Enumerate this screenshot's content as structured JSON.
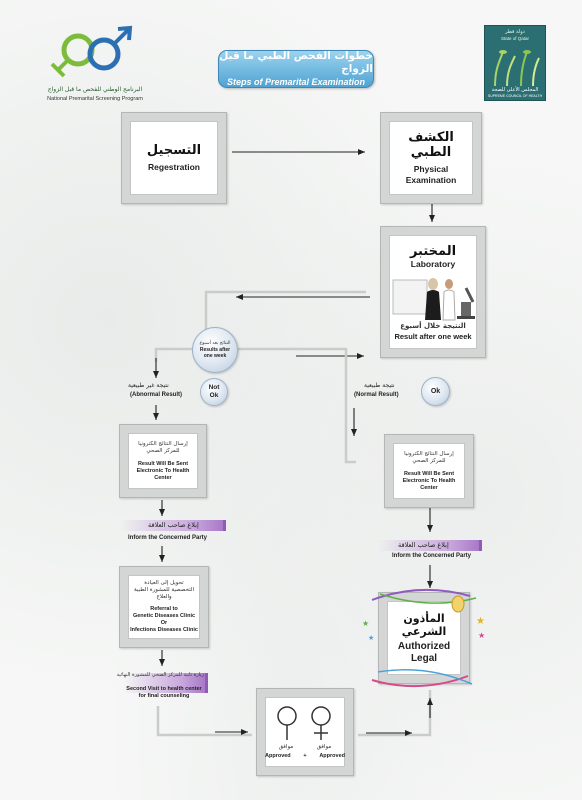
{
  "header": {
    "program_logo_ar": "البرنامج الوطني للفحص ما قبل الزواج",
    "program_logo_en": "National Premarital Screening Program",
    "title_ar": "خطوات الفحص الطبي ما قبل الزواج",
    "title_en": "Steps of Premarital Examination",
    "council_logo_ar_top": "دولة قطر",
    "council_logo_en_top": "State of Qatar",
    "council_logo_ar_bottom": "المجلس الأعلى للصحة",
    "council_logo_en_bottom": "SUPREME COUNCIL OF HEALTH"
  },
  "steps": {
    "registration": {
      "ar": "التسجيل",
      "en": "Regestration"
    },
    "physical": {
      "ar": "الكشف الطبي",
      "en": "Physical Examination"
    },
    "laboratory": {
      "ar": "المختبر",
      "en": "Laboratory",
      "result_ar": "النتيجة خلال أسبوع",
      "result_en": "Result after one week"
    },
    "results_circle": {
      "ar": "النتائج بعد أسبوع",
      "en": "Results after one week"
    },
    "not_ok": {
      "circle": "Not Ok",
      "ar": "نتيجة غير طبيعية",
      "en": "(Abnormal Result)"
    },
    "ok": {
      "circle": "Ok",
      "ar": "نتيجة طبيعية",
      "en": "(Normal Result)"
    },
    "left_center": {
      "ar": "إرسال النتائج الكترونيا للمركز الصحي",
      "en": "Result Will Be Sent Electronic To Health Center"
    },
    "right_center": {
      "ar": "إرسال النتائج الكترونيا للمركز الصحي",
      "en": "Result Will Be Sent Electronic To Health Center"
    },
    "inform_left": {
      "ar": "إبلاغ صاحب العلاقة",
      "en": "Inform the Concerned Party"
    },
    "inform_right": {
      "ar": "إبلاغ صاحب العلاقة",
      "en": "Inform the Concerned Party"
    },
    "referral": {
      "ar": "تحويل إلى العيادة التخصصية للمشورة الطبية والعلاج",
      "en_1": "Referral to",
      "en_2": "Genetic Diseases Clinic",
      "en_3": "Or",
      "en_4": "Infections Diseases Clinic"
    },
    "second_visit": {
      "ar": "زيارة ثانية للمركز الصحي للمشورة النهائية",
      "en": "Second Visit to health center for final counseling"
    },
    "approved": {
      "ar_1": "موافق",
      "ar_2": "موافق",
      "en_1": "Approved",
      "plus": "+",
      "en_2": "Approved"
    },
    "legal": {
      "ar": "المأذون الشرعي",
      "en": "Authorized Legal"
    }
  },
  "colors": {
    "title_blue": "#4fa3d4",
    "tag_purple": "#a979c8",
    "logo_green": "#7dbb3a",
    "logo_blue": "#2c6fb3",
    "council_teal": "#2b6f72",
    "frame_grey": "#d4d6d5"
  },
  "icons": [
    "male-female-symbol-icon",
    "council-plant-icon",
    "lab-scene-icon",
    "female-symbol-icon",
    "male-symbol-icon",
    "confetti-icon"
  ]
}
